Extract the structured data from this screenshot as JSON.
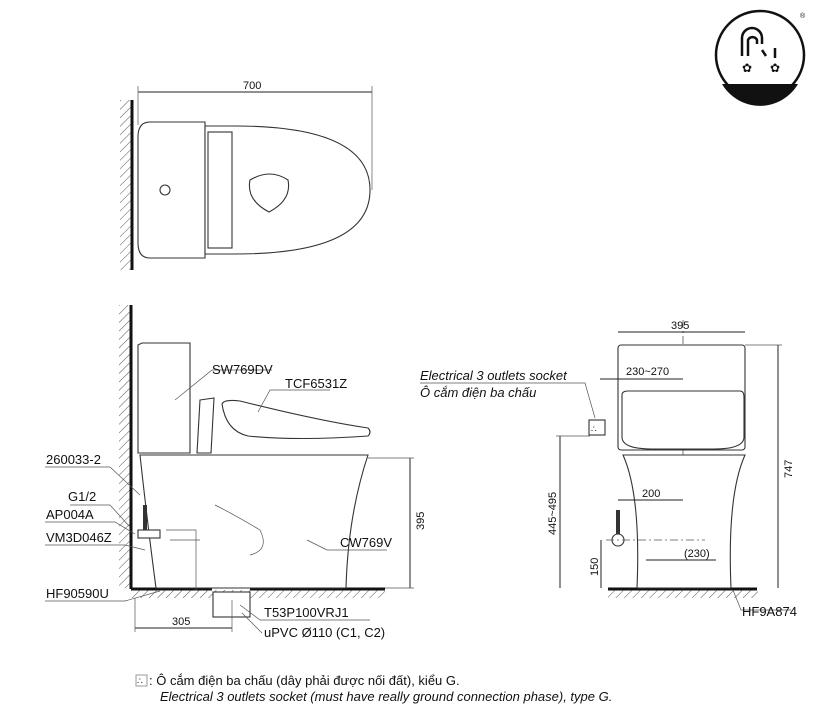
{
  "top_view": {
    "width_dim": "700"
  },
  "side_view": {
    "labels": {
      "tank": "SW769DV",
      "seat": "TCF6531Z",
      "part1": "260033-2",
      "thread": "G1/2",
      "valve": "AP004A",
      "hose": "VM3D046Z",
      "flange": "HF90590U",
      "bowl": "CW769V",
      "outlet": "T53P100VRJ1",
      "pipe": "uPVC Ø110 (C1, C2)"
    },
    "dims": {
      "height": "395",
      "rough_in": "305"
    }
  },
  "front_view": {
    "socket_label_en": "Electrical 3 outlets socket",
    "socket_label_vi": "Ô cắm điện ba chấu",
    "dims": {
      "width": "395",
      "socket_offset": "230~270",
      "socket_height": "445~495",
      "total_height": "747",
      "supply_offset": "200",
      "supply_height": "150",
      "bolt_spacing": "(230)"
    },
    "flange": "HF9A874"
  },
  "note": {
    "line_vi": ": Ô cắm điện ba chấu (dây phải được nối đất), kiểu G.",
    "line_en": "Electrical 3 outlets socket (must have really ground connection phase), type G."
  },
  "logo": {
    "mark": "®",
    "icon": "faucet-wash-icon"
  }
}
